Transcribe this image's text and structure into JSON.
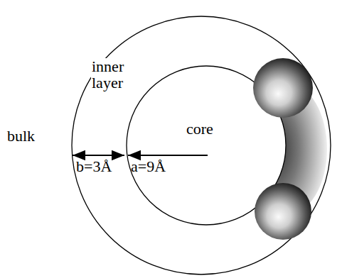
{
  "diagram": {
    "nodes": [
      {
        "text": [
          "inner layer"
        ]
      },
      {
        "text": [
          "core"
        ],
        "in": 0
      }
    ],
    "labels": [
      "bulk",
      "b=3Å",
      "a=9Å"
    ]
  }
}
